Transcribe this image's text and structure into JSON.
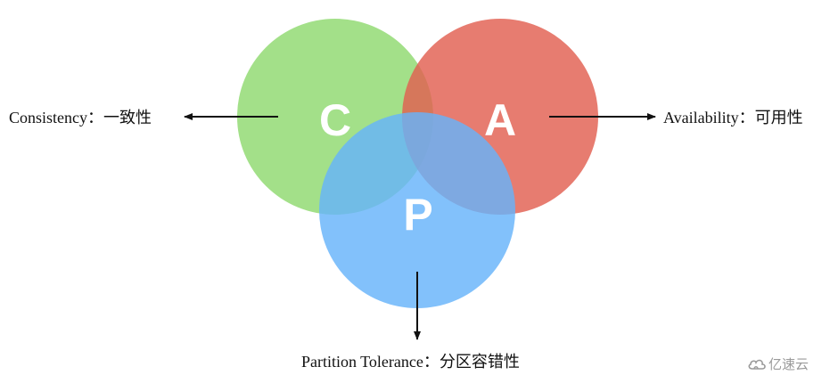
{
  "circles": [
    {
      "id": "C",
      "letter": "C",
      "color": "#8fd96f"
    },
    {
      "id": "A",
      "letter": "A",
      "color": "#e25f50"
    },
    {
      "id": "P",
      "letter": "P",
      "color": "#66b3fa"
    }
  ],
  "labels": {
    "consistency": "Consistency：一致性",
    "availability": "Availability：可用性",
    "partition_tolerance": "Partition Tolerance：分区容错性"
  },
  "watermark": {
    "text": "亿速云",
    "icon": "cloud-logo-icon"
  }
}
